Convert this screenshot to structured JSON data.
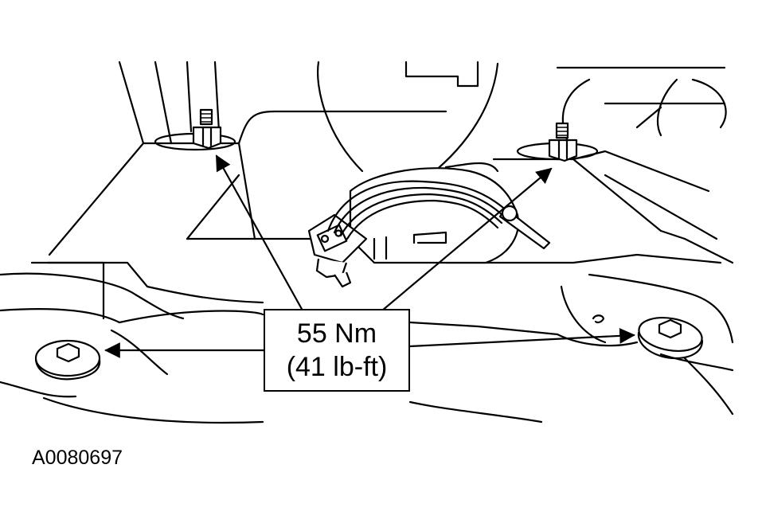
{
  "callout": {
    "torque_nm": "55 Nm",
    "torque_lbft": "(41 lb-ft)"
  },
  "figure_id": "A0080697",
  "colors": {
    "line": "#000000",
    "background": "#ffffff"
  }
}
